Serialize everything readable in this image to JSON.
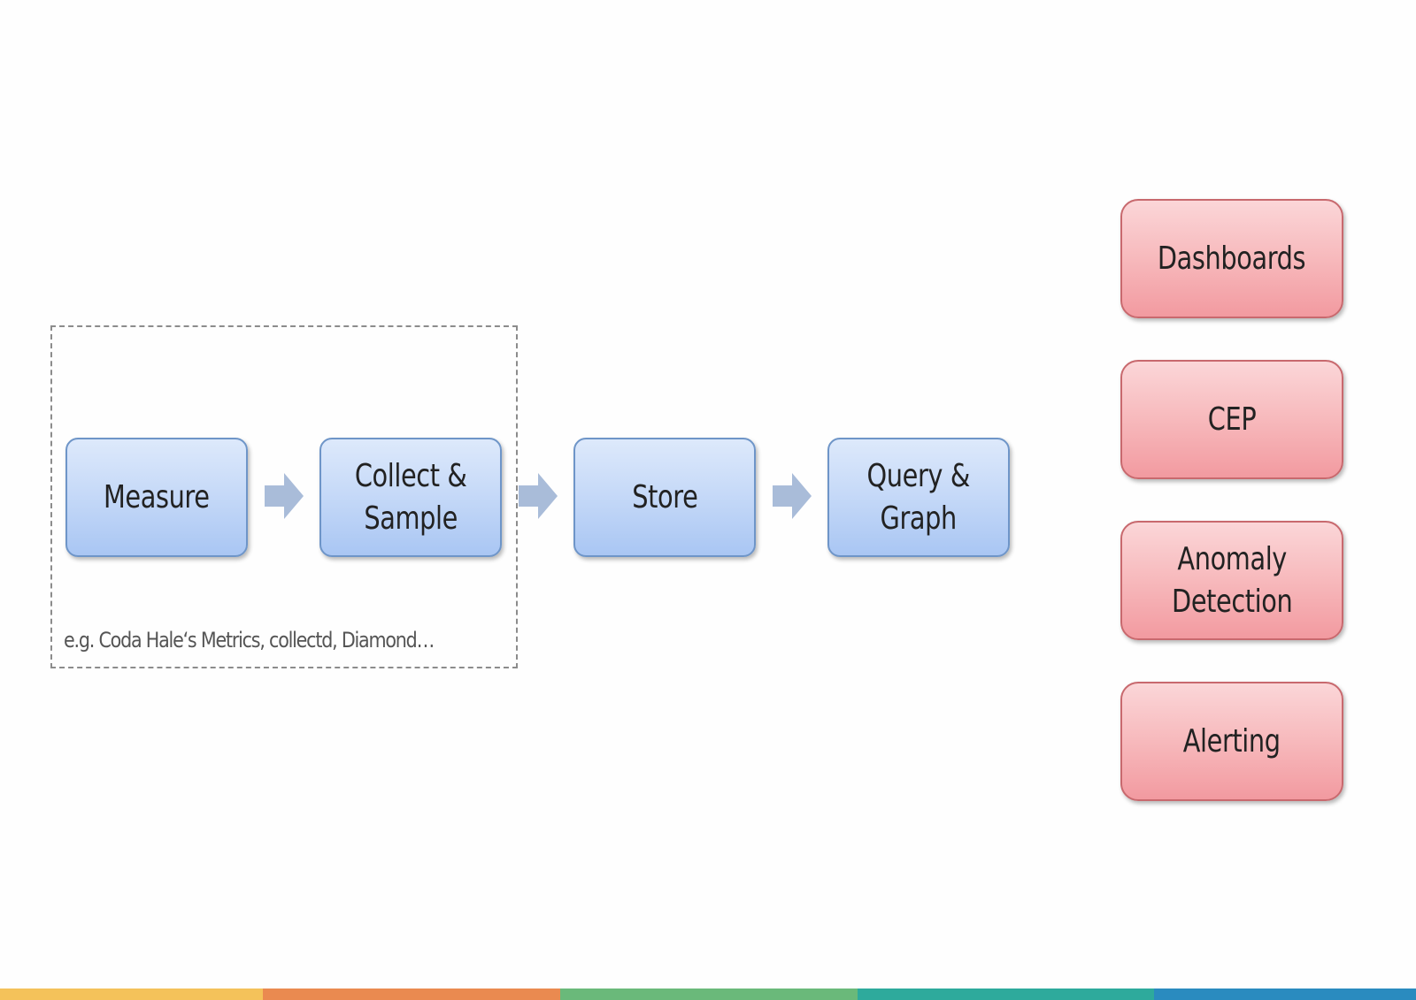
{
  "pipeline": {
    "stages": [
      {
        "label": "Measure"
      },
      {
        "label": "Collect &\nSample"
      },
      {
        "label": "Store"
      },
      {
        "label": "Query &\nGraph"
      }
    ],
    "group_caption": "e.g. Coda Hale‘s Metrics, collectd, Diamond…"
  },
  "outputs": [
    {
      "label": "Dashboards"
    },
    {
      "label": "CEP"
    },
    {
      "label": "Anomaly\nDetection"
    },
    {
      "label": "Alerting"
    }
  ],
  "colors": {
    "stage_fill": "#c7daf8",
    "stage_border": "#6e95c8",
    "output_fill": "#f7b9bc",
    "output_border": "#c8696e",
    "arrow": "#a9bcd9",
    "footer_bar": [
      "#f4c25a",
      "#ea8a50",
      "#6ab97a",
      "#2eaa9c",
      "#2a8bbf"
    ]
  }
}
